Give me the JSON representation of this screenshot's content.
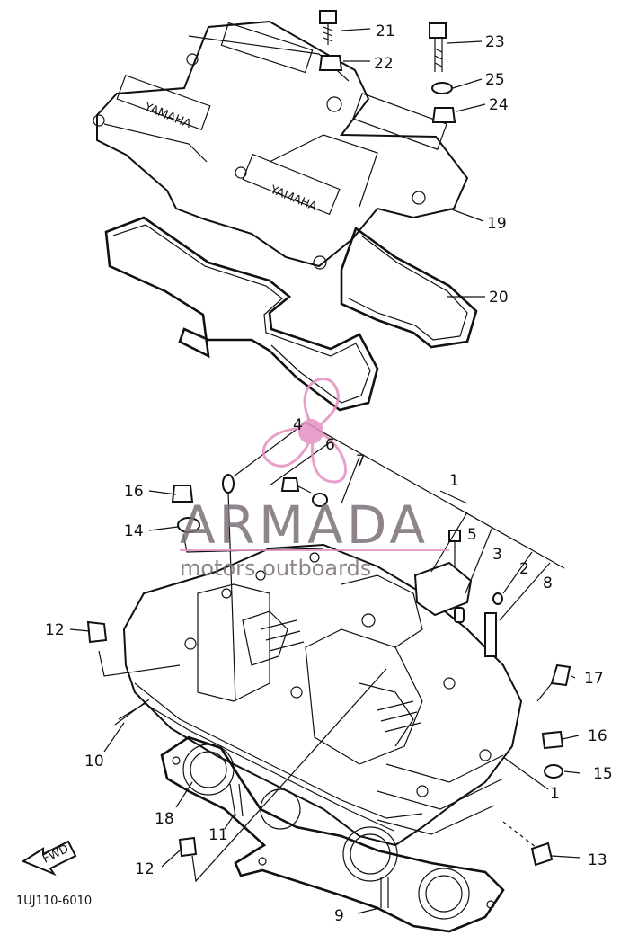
{
  "diagram": {
    "doc_code": "1UJ110-6010",
    "fwd_label": "FWD",
    "part_labels": [
      {
        "id": "p21",
        "text": "21"
      },
      {
        "id": "p22",
        "text": "22"
      },
      {
        "id": "p23",
        "text": "23"
      },
      {
        "id": "p25",
        "text": "25"
      },
      {
        "id": "p24",
        "text": "24"
      },
      {
        "id": "p19",
        "text": "19"
      },
      {
        "id": "p20",
        "text": "20"
      },
      {
        "id": "p4",
        "text": "4"
      },
      {
        "id": "p6",
        "text": "6"
      },
      {
        "id": "p7",
        "text": "7"
      },
      {
        "id": "p1a",
        "text": "1"
      },
      {
        "id": "p16a",
        "text": "16"
      },
      {
        "id": "p5",
        "text": "5"
      },
      {
        "id": "p14",
        "text": "14"
      },
      {
        "id": "p3",
        "text": "3"
      },
      {
        "id": "p2",
        "text": "2"
      },
      {
        "id": "p8",
        "text": "8"
      },
      {
        "id": "p12a",
        "text": "12"
      },
      {
        "id": "p17",
        "text": "17"
      },
      {
        "id": "p10",
        "text": "10"
      },
      {
        "id": "p16b",
        "text": "16"
      },
      {
        "id": "p15",
        "text": "15"
      },
      {
        "id": "p1b",
        "text": "1"
      },
      {
        "id": "p18",
        "text": "18"
      },
      {
        "id": "p11",
        "text": "11"
      },
      {
        "id": "p13",
        "text": "13"
      },
      {
        "id": "p12b",
        "text": "12"
      },
      {
        "id": "p9",
        "text": "9"
      }
    ]
  },
  "watermark": {
    "brand": "ARMADA",
    "tagline": "motors outboards",
    "color": "#e48fc0"
  }
}
